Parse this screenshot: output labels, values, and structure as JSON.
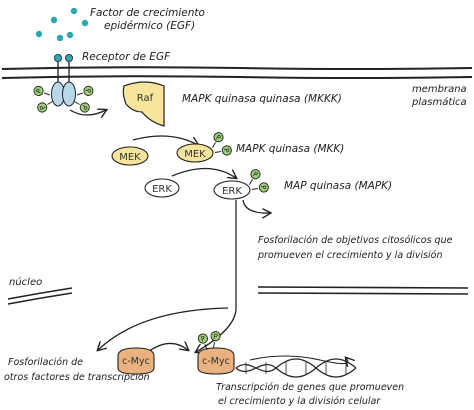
{
  "labels": {
    "egf": [
      "Factor de crecimiento",
      "epidérmico (EGF)"
    ],
    "receptor": "Receptor de EGF",
    "membrane": [
      "membrana",
      "plasmática"
    ],
    "mkkk": "MAPK quinasa quinasa (MKKK)",
    "mkk": "MAPK quinasa (MKK)",
    "mapk": "MAP quinasa (MAPK)",
    "cytosolic": [
      "Fosforilación de objetivos citosólicos que",
      "promueven el crecimiento y la división"
    ],
    "nucleus": "núcleo",
    "other_tf": [
      "Fosforilación de",
      "otros factores de transcripción"
    ],
    "transcription": [
      "Transcripción de genes que promueven",
      "el crecimiento y la división celular"
    ]
  },
  "nodes": {
    "raf": "Raf",
    "mek_1": "MEK",
    "mek_2": "MEK",
    "erk_1": "ERK",
    "erk_2": "ERK",
    "cmyc_1": "c-Myc",
    "cmyc_2": "c-Myc",
    "phosphate": "P"
  },
  "colors": {
    "ligand": "#2aa6b5",
    "receptor": "#b8d7ea",
    "kinase": "#f6e59a",
    "transcription_factor": "#e9b27e",
    "phosphate": "#9fcf7a",
    "line": "#222222"
  }
}
